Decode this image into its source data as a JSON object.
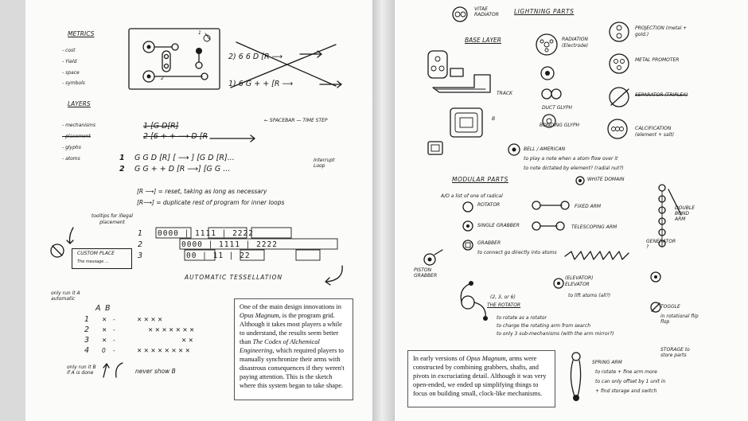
{
  "left": {
    "metrics": {
      "heading": "METRICS",
      "items": [
        "- cost",
        "- Yield",
        "- space",
        "- symbols"
      ]
    },
    "layers": {
      "heading": "LAYERS",
      "items": [
        "- mechanisms",
        "- placement",
        "- glyphs",
        "- atoms"
      ]
    },
    "diagram_labels": {
      "one_a": "1",
      "two_a": "2",
      "one_b": "1",
      "two_b": "2"
    },
    "cross_sketch": {
      "line1": "2) 6 6 D [R ⟶",
      "line2": "1) 6 G + + [R ⟶"
    },
    "struck_rows": {
      "row1": "1 [G D[R]",
      "row2": "2 [6 + + ⟶ D [R"
    },
    "spacebar_note": "← SPACEBAR — TIME STEP",
    "program_rows": [
      {
        "num": "1",
        "text": "G G D [R]  [ ⟶ ]  [G D [R]..."
      },
      {
        "num": "2",
        "text": "G G + + D [R ⟶]  [G G ..."
      }
    ],
    "interrupt_label": "Interrupt Loop",
    "defs": [
      "[R ⟶] = reset, taking as long as necessary",
      "[R⟶] = duplicate rest of program for inner loops"
    ],
    "tooltips_note": "tooltips for illegal placement",
    "tooltip_box": {
      "title": "CUSTOM PLACE",
      "subtitle": "The message ..."
    },
    "grid_rows": [
      {
        "num": "1",
        "cells": "0000 | 1111 | 2222"
      },
      {
        "num": "2",
        "cells": "0000 | 1111 | 2222"
      },
      {
        "num": "3",
        "cells": "00 | 11 | 22"
      }
    ],
    "auto_label": "AUTOMATIC TESSELLATION",
    "ab_table": {
      "note": "only run it A automatic",
      "headers": [
        "A",
        "B"
      ],
      "rows": [
        {
          "num": "1",
          "a": "✕",
          "b": "-",
          "marks": "✕ ✕ ✕ ✕"
        },
        {
          "num": "2",
          "a": "✕",
          "b": "-",
          "marks": "✕ ✕ ✕ ✕ ✕ ✕ ✕"
        },
        {
          "num": "3",
          "a": "✕",
          "b": "-",
          "marks": "✕ ✕"
        },
        {
          "num": "4",
          "a": "0",
          "b": "-",
          "marks": "✕ ✕ ✕ ✕ ✕ ✕ ✕ ✕"
        }
      ],
      "note_bottom": "only run it B if A is done",
      "never_note": "never show B"
    },
    "caption": {
      "before1": "One of the main design innovations in ",
      "title1": "Opus Magnum",
      "after1": ", is the program grid. Although it takes most players a while to understand, the results seem better than ",
      "title2": "The Codex of Alchemical Engineering",
      "after2": ", which required players to manually synchronize their arms with disastrous consequences if they weren't paying attention. This is the sketch where this system began to take shape."
    }
  },
  "right": {
    "vitae": "VITAE RADIATOR",
    "lightning": "LIGHTNING PARTS",
    "base_layer": "BASE LAYER",
    "track": "TRACK",
    "parts_col1": [
      "RADIATION (Electrode)",
      "DUCT GLYPH",
      "BONDING GLYPH"
    ],
    "parts_col2": [
      "PROJECTION (metal + gold.)",
      "METAL PROMOTER",
      "SEPARATOR (TRIPLEX)",
      "CALCIFICATION (element + salt)"
    ],
    "bell": {
      "title": "BELL / AMERICAN",
      "note": "to play a note when a atom flow over it",
      "note2": "to note dictated by element? (radial nut?)"
    },
    "white_domain": "WHITE DOMAIN",
    "modular": "MODULAR PARTS",
    "modular_items": [
      "A/O  a list of one of  radical",
      "ROTATOR",
      "SINGLE GRABBER",
      "GRABBER",
      "TELESCOPING ARM",
      "FIXED ARM"
    ],
    "grabber_note": "to connect go directly into atoms",
    "piston": "PISTON GRABBER",
    "elevator": {
      "title": "(ELEVATOR) ELEVATOR",
      "note": "to lift atoms (all?)",
      "formula": "(2, 3, or 6)",
      "label": "THE ROTATOR",
      "lines": [
        "to rotate as a rotator",
        "to charge the rotating arm from search",
        "to only 3 sub-mechanisms (with the arm mirror?)"
      ]
    },
    "right_notes": [
      "DOUBLE BOND ARM",
      "GENERATOR ?",
      "TOGGLE",
      "in rotational flip flop",
      "STORAGE to store parts"
    ],
    "spring": {
      "title": "SPRING ARM",
      "lines": [
        "to rotate + fine arm more",
        "to can only offset by 1 unit in",
        "+ find storage and switch"
      ]
    },
    "caption": {
      "before1": "In early versions of ",
      "title1": "Opus Magnum",
      "after1": ", arms were constructed by combining grabbers, shafts, and pivots in excruciating detail. Although it was very open-ended, we ended up simplifying things to focus on building small, clock-like mechanisms."
    }
  }
}
